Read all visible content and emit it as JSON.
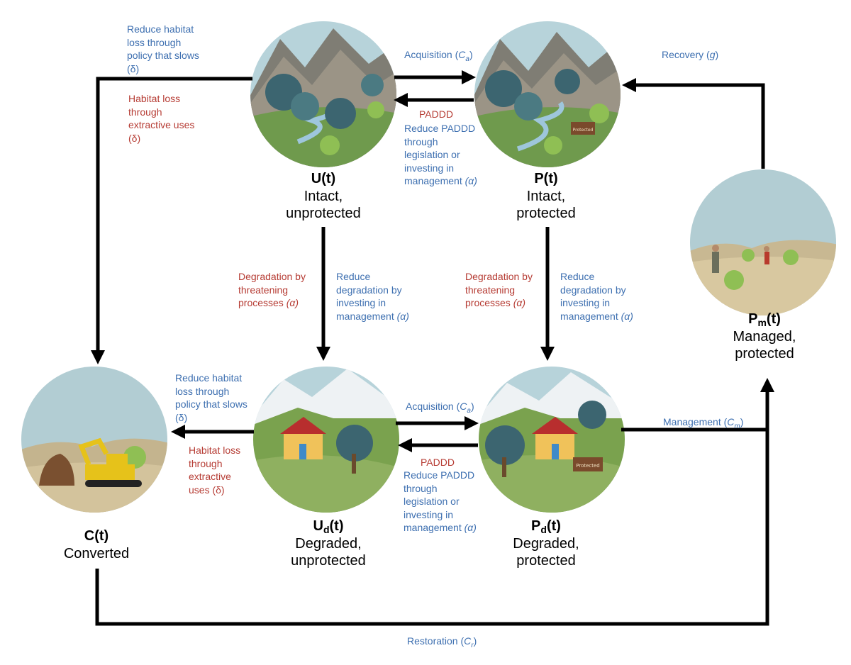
{
  "states": {
    "U": {
      "sym": "U",
      "sub": "",
      "tail": "(t)",
      "line1": "Intact,",
      "line2": "unprotected"
    },
    "P": {
      "sym": "P",
      "sub": "",
      "tail": "(t)",
      "line1": "Intact,",
      "line2": "protected"
    },
    "Pm": {
      "sym": "P",
      "sub": "m",
      "tail": "(t)",
      "line1": "Managed,",
      "line2": "protected"
    },
    "C": {
      "sym": "C",
      "sub": "",
      "tail": "(t)",
      "line1": "Converted",
      "line2": ""
    },
    "Ud": {
      "sym": "U",
      "sub": "d",
      "tail": "(t)",
      "line1": "Degraded,",
      "line2": "unprotected"
    },
    "Pd": {
      "sym": "P",
      "sub": "d",
      "tail": "(t)",
      "line1": "Degraded,",
      "line2": "protected"
    }
  },
  "labels": {
    "reduce_loss_top": [
      "Reduce habitat",
      "loss through",
      "policy that slows",
      "(δ)"
    ],
    "loss_top": [
      "Habitat loss",
      "through",
      "extractive uses",
      "(δ)"
    ],
    "acq_top": {
      "text": "Acquisition (",
      "param": "C",
      "sub": "a",
      "close": ")"
    },
    "paddd_top": "PADDD",
    "reduce_paddd_top": [
      "Reduce PADDD",
      "through",
      "legislation or",
      "investing in",
      "management "
    ],
    "recovery": {
      "text": "Recovery (",
      "param": "g",
      "close": ")"
    },
    "degr_left": [
      "Degradation by",
      "threatening",
      "processes "
    ],
    "reduce_degr_left": [
      "Reduce",
      "degradation by",
      "investing in",
      "management  "
    ],
    "degr_right": [
      "Degradation by",
      "threatening",
      "processes "
    ],
    "reduce_degr_right": [
      "Reduce",
      "degradation by",
      "investing in",
      "management  "
    ],
    "reduce_loss_bottom": [
      "Reduce habitat",
      "loss through",
      "policy that slows",
      "(δ)"
    ],
    "loss_bottom": [
      "Habitat loss",
      "through",
      "extractive",
      "uses (δ)"
    ],
    "acq_bottom": {
      "text": "Acquisition (",
      "param": "C",
      "sub": "a",
      "close": ")"
    },
    "paddd_bottom": "PADDD",
    "reduce_paddd_bottom": [
      "Reduce PADDD",
      "through",
      "legislation or",
      "investing in",
      "management "
    ],
    "management": {
      "text": "Management (",
      "param": "C",
      "sub": "m",
      "close": ")"
    },
    "restoration": {
      "text": "Restoration (",
      "param": "C",
      "sub": "r",
      "close": ")"
    },
    "alpha": "(α)",
    "sign_text": "Protected"
  },
  "colors": {
    "blue_label": "#3d6fb0",
    "red_label": "#b63c34",
    "arrow": "#000000",
    "sky": "#aac9cf"
  }
}
